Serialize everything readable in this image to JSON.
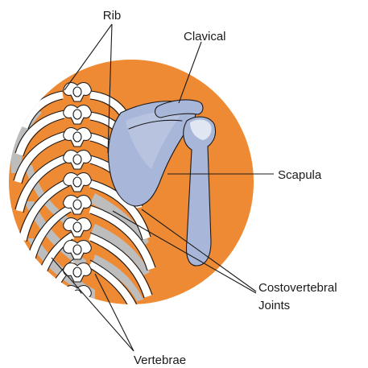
{
  "labels": {
    "rib": "Rib",
    "clavical": "Clavical",
    "scapula": "Scapula",
    "costovertebral_line1": "Costovertebral",
    "costovertebral_line2": "Joints",
    "vertebrae": "Vertebrae"
  },
  "colors": {
    "background_circle": "#EE8A33",
    "bone": "#FFFFFF",
    "rib_shadow": "#BDBDBD",
    "scapula": "#A8B6DA",
    "outline": "#1A1A1A"
  }
}
